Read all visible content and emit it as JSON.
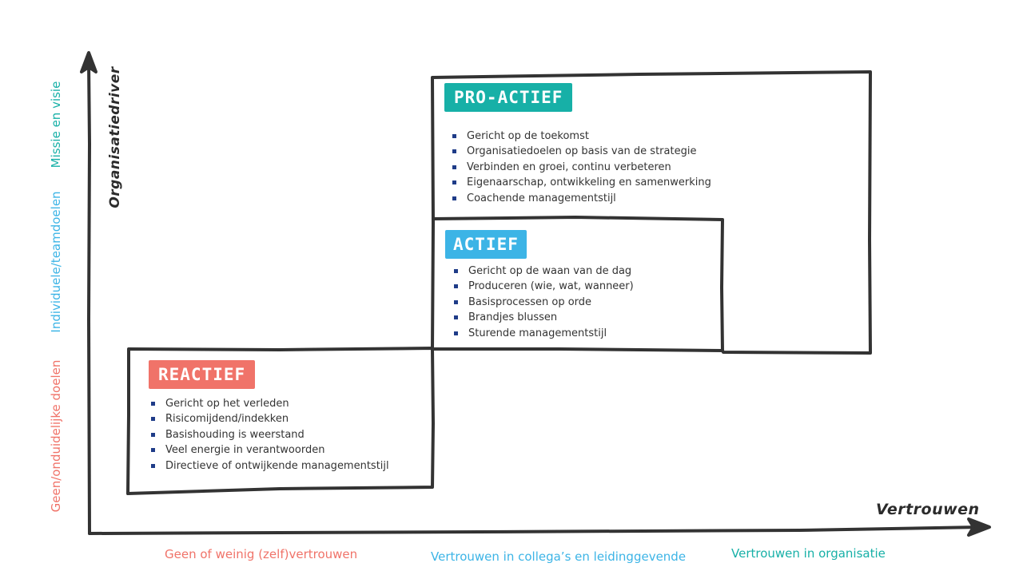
{
  "axes": {
    "y_title": "Organisatiedriver",
    "x_title": "Vertrouwen",
    "y_levels": [
      {
        "label": "Geen/onduidelijke doelen",
        "color": "#f07369"
      },
      {
        "label": "Individuele/teamdoelen",
        "color": "#3cb4e6"
      },
      {
        "label": "Missie en visie",
        "color": "#17b0a7"
      }
    ],
    "x_levels": [
      {
        "label": "Geen of weinig (zelf)vertrouwen",
        "color": "#f07369"
      },
      {
        "label": "Vertrouwen in collega’s en leidinggevende",
        "color": "#3cb4e6"
      },
      {
        "label": "Vertrouwen in organisatie",
        "color": "#17b0a7"
      }
    ]
  },
  "boxes": [
    {
      "title": "PRO-ACTIEF",
      "color": "#17b0a7",
      "items": [
        "Gericht op de toekomst",
        "Organisatiedoelen op basis van de strategie",
        "Verbinden en groei, continu verbeteren",
        "Eigenaarschap, ontwikkeling en samenwerking",
        "Coachende managementstijl"
      ]
    },
    {
      "title": "ACTIEF",
      "color": "#3cb4e6",
      "items": [
        "Gericht op de waan van de dag",
        "Produceren (wie, wat, wanneer)",
        "Basisprocessen op orde",
        "Brandjes blussen",
        "Sturende managementstijl"
      ]
    },
    {
      "title": "REACTIEF",
      "color": "#f07369",
      "items": [
        "Gericht op het verleden",
        "Risicomijdend/indekken",
        "Basishouding is weerstand",
        "Veel energie in verantwoorden",
        "Directieve of ontwijkende managementstijl"
      ]
    }
  ]
}
